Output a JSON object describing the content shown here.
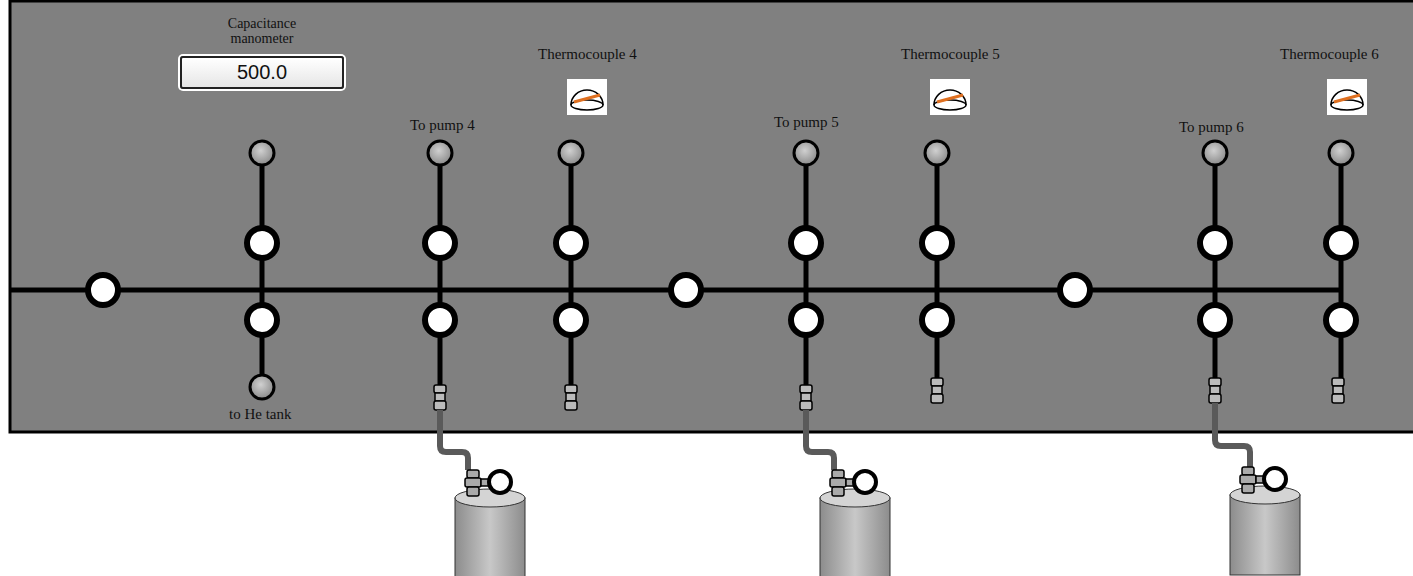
{
  "diagram": {
    "nodes": [
      {
        "text": [
          "Capacitance manometer",
          "500.0"
        ]
      }
    ],
    "labels": [
      "Thermocouple 4",
      "To pump 4",
      "Thermocouple 5",
      "To pump 5",
      "Thermocouple 6",
      "To pump 6",
      "to He tank"
    ]
  }
}
